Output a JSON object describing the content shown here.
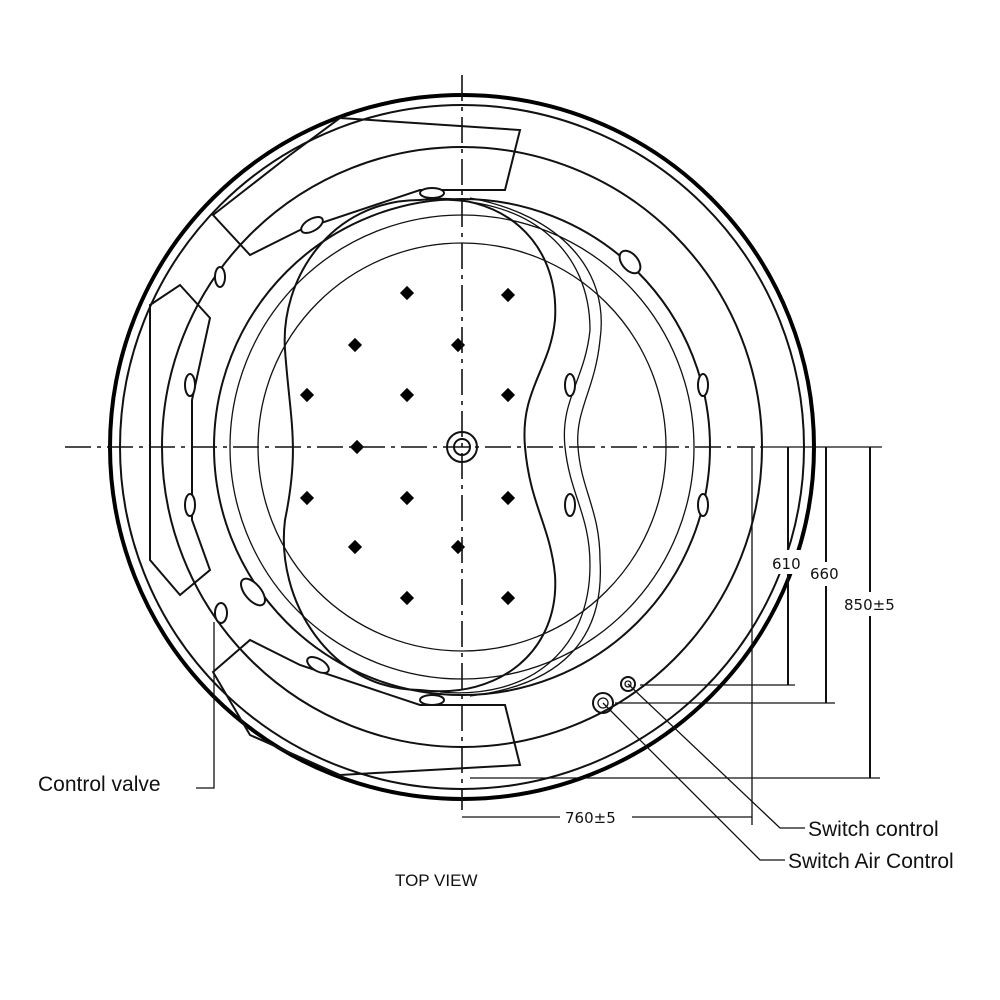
{
  "view_title": "TOP VIEW",
  "callouts": {
    "control_valve": "Control valve",
    "switch_control": "Switch control",
    "switch_air_control": "Switch Air Control"
  },
  "dimensions": {
    "d610": "610",
    "d660": "660",
    "d850": "850±5",
    "d760": "760±5"
  }
}
